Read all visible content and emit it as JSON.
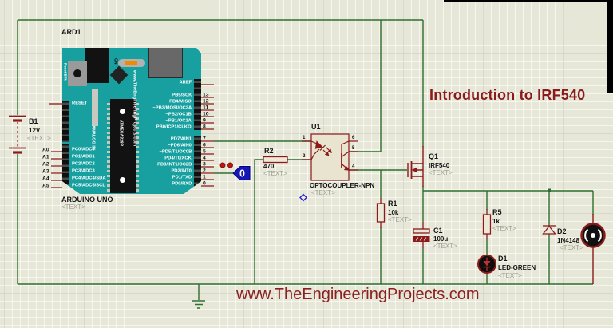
{
  "annotations": {
    "title": "Introduction to IRF540",
    "website": "www.TheEngineeringProjects.com"
  },
  "placeholder": "<TEXT>",
  "colors": {
    "wire_green": "#2e6e2e",
    "component_red": "#8b1a1a",
    "board_teal": "#18a0a0",
    "annotation_red": "#8b1b1b"
  },
  "arduino": {
    "ref": "ARD1",
    "name": "ARDUINO UNO",
    "brand": "www.TheEngineeringProjects.com",
    "chip": "ATMEGA328P",
    "analog_label": "ANALOG IN",
    "reset_label": "RESET",
    "reset_btn_label": "Reset BTN",
    "on_label": "ON",
    "top_pins": [
      {
        "n": "",
        "l": "AREF"
      },
      {
        "n": "13",
        "l": "PB5/SCK"
      },
      {
        "n": "12",
        "l": "PB4/MISO"
      },
      {
        "n": "11",
        "l": "~PB3/MOSI/OC2A"
      },
      {
        "n": "10",
        "l": "~PB2/OC1B"
      },
      {
        "n": "9",
        "l": "~PB1/OC1A"
      },
      {
        "n": "8",
        "l": "PB0/ICP1/CLKO"
      }
    ],
    "digital_pins": [
      {
        "n": "7",
        "l": "PD7/AIN1"
      },
      {
        "n": "6",
        "l": "~PD6/AIN0"
      },
      {
        "n": "5",
        "l": "~PD5/T1/OC0B"
      },
      {
        "n": "4",
        "l": "PD4/T0/XCK"
      },
      {
        "n": "3",
        "l": "~PD3/INT1/OC2B"
      },
      {
        "n": "2",
        "l": "PD2/INT0"
      },
      {
        "n": "1",
        "l": "PD1/TXD"
      },
      {
        "n": "0",
        "l": "PD0/RXD"
      }
    ],
    "analog_pins": [
      {
        "n": "A0",
        "l": "PC0/ADC0"
      },
      {
        "n": "A1",
        "l": "PC1/ADC1"
      },
      {
        "n": "A2",
        "l": "PC2/ADC2"
      },
      {
        "n": "A3",
        "l": "PC3/ADC3"
      },
      {
        "n": "A4",
        "l": "PC4/ADC4/SDA"
      },
      {
        "n": "A5",
        "l": "PC5/ADC5/SCL"
      }
    ]
  },
  "components": {
    "b1": {
      "ref": "B1",
      "value": "12V"
    },
    "r2": {
      "ref": "R2",
      "value": "470"
    },
    "u1": {
      "ref": "U1",
      "value": "OPTOCOUPLER-NPN",
      "pins": [
        "1",
        "2",
        "6",
        "5",
        "4"
      ]
    },
    "r1": {
      "ref": "R1",
      "value": "10k"
    },
    "q1": {
      "ref": "Q1",
      "value": "IRF540"
    },
    "c1": {
      "ref": "C1",
      "value": "100u"
    },
    "r5": {
      "ref": "R5",
      "value": "1k"
    },
    "d1": {
      "ref": "D1",
      "value": "LED-GREEN"
    },
    "d2": {
      "ref": "D2",
      "value": "1N4148"
    },
    "logic": {
      "value": "0"
    }
  }
}
